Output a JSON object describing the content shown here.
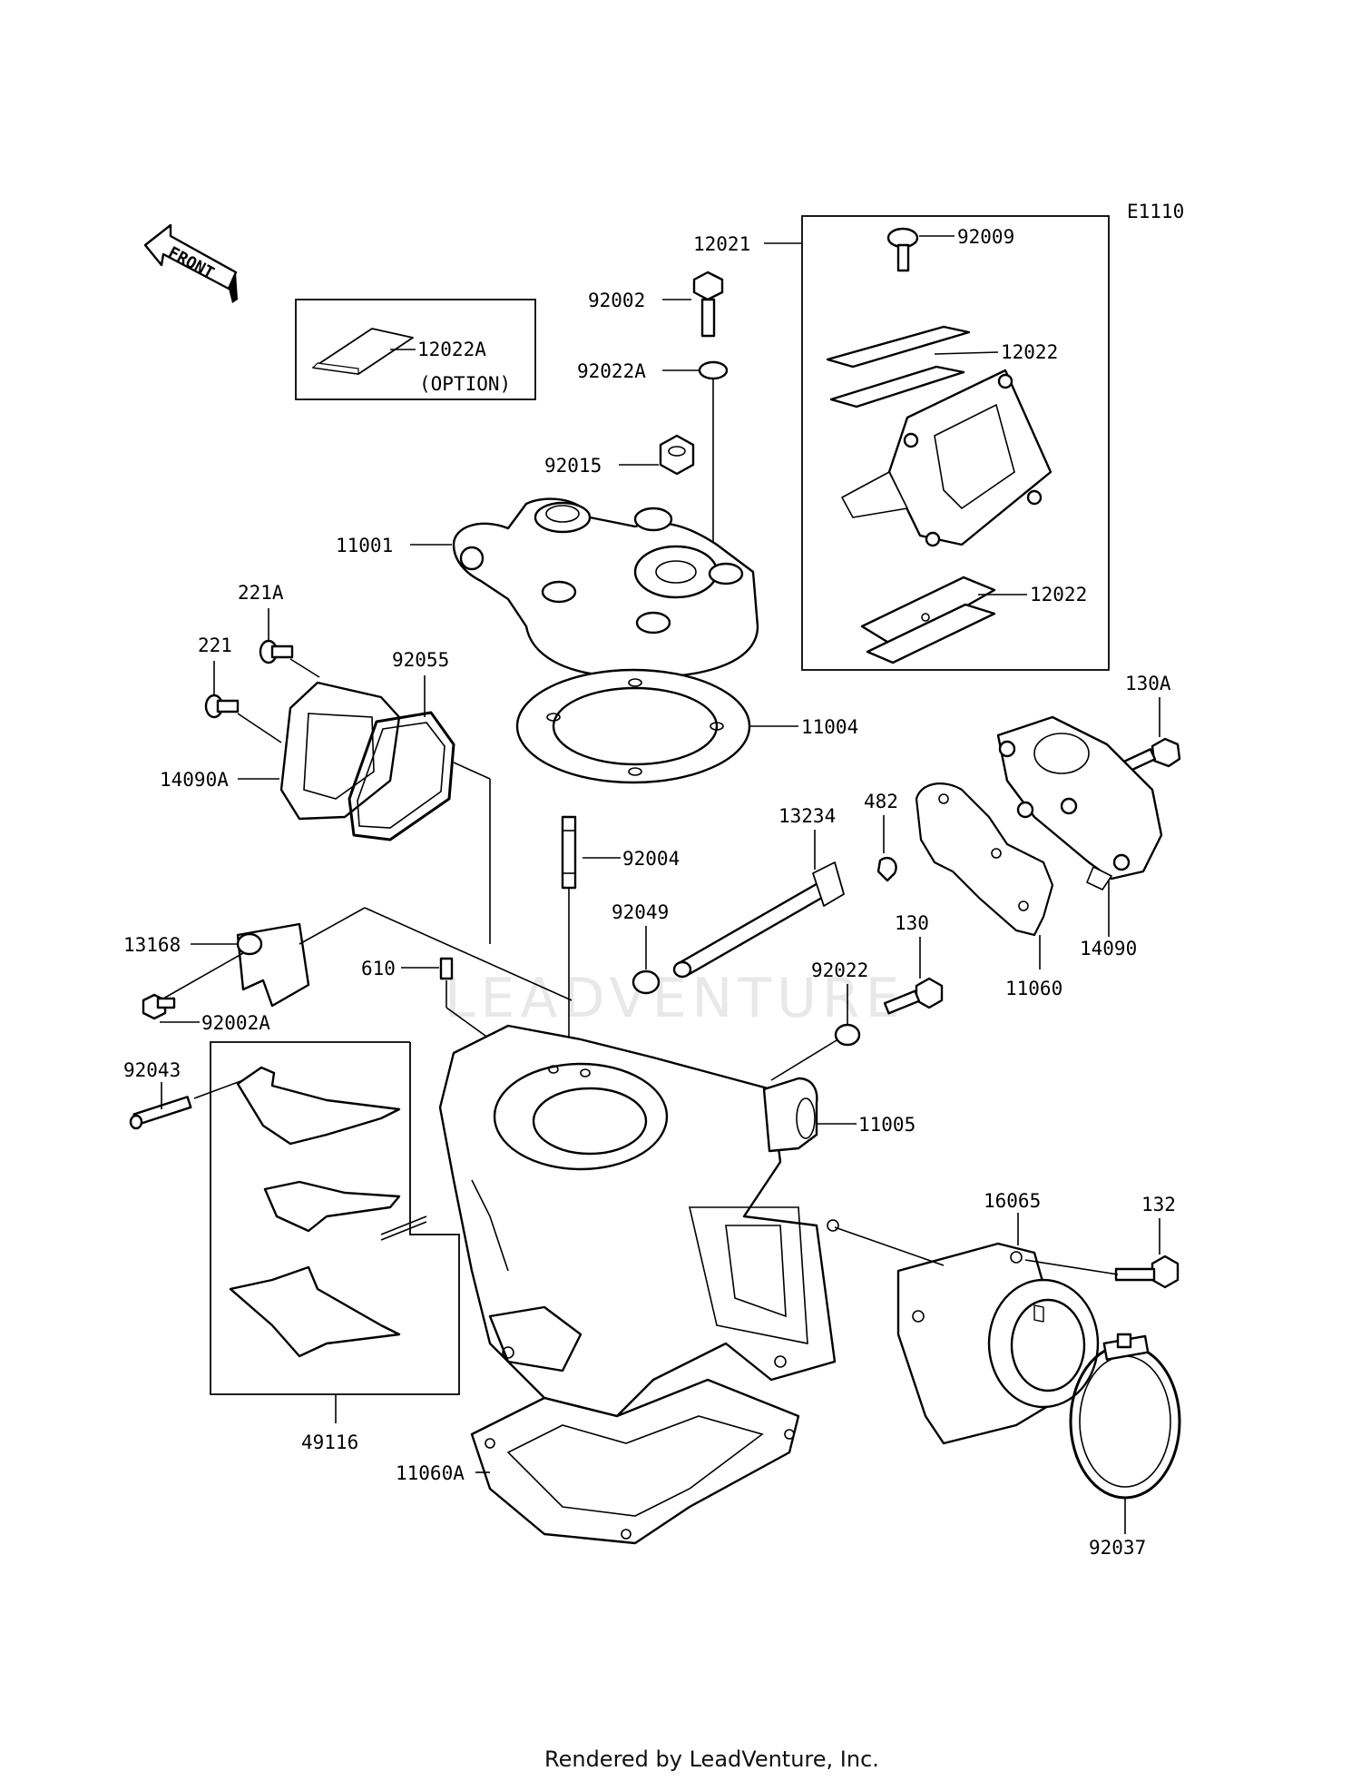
{
  "diagram_code": "E1110",
  "front_label": "FRONT",
  "option_label": "(OPTION)",
  "watermark": "LEADVENTURE",
  "footer": "Rendered by LeadVenture, Inc.",
  "labels": {
    "p12021": "12021",
    "p92009": "92009",
    "p92002": "92002",
    "p92022A": "92022A",
    "p12022a": "12022",
    "p12022b": "12022",
    "p12022A": "12022A",
    "p92015": "92015",
    "p11001": "11001",
    "p221A": "221A",
    "p221": "221",
    "p92055": "92055",
    "p11004": "11004",
    "p14090A": "14090A",
    "p130A": "130A",
    "p13234": "13234",
    "p482": "482",
    "p92004": "92004",
    "p92049": "92049",
    "p14090": "14090",
    "p13168": "13168",
    "p130": "130",
    "p610": "610",
    "p92022": "92022",
    "p11060": "11060",
    "p92002A": "92002A",
    "p92043": "92043",
    "p11005": "11005",
    "p16065": "16065",
    "p132": "132",
    "p49116": "49116",
    "p11060A": "11060A",
    "p92037": "92037"
  }
}
